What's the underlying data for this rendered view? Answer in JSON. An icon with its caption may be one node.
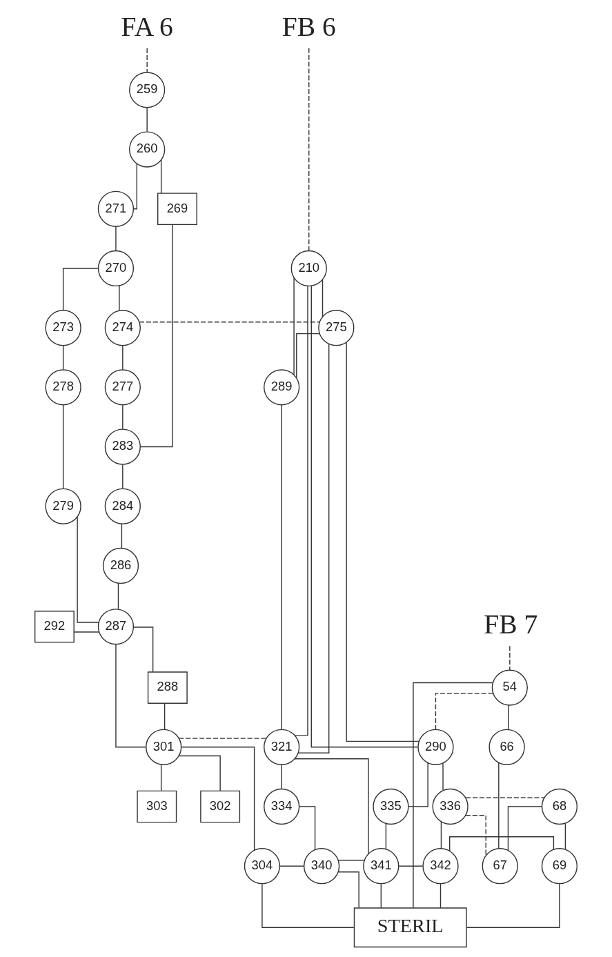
{
  "diagram": {
    "nodes": [
      {
        "text": [
          "FA 6"
        ]
      },
      {
        "text": [
          "259"
        ]
      },
      {
        "text": [
          "260"
        ]
      },
      {
        "text": [
          "271"
        ]
      },
      {
        "text": [
          "269"
        ]
      },
      {
        "text": [
          "270"
        ]
      },
      {
        "text": [
          "273"
        ]
      },
      {
        "text": [
          "274"
        ]
      },
      {
        "text": [
          "277"
        ]
      },
      {
        "text": [
          "278"
        ]
      },
      {
        "text": [
          "279"
        ]
      },
      {
        "text": [
          "283"
        ]
      },
      {
        "text": [
          "284"
        ]
      },
      {
        "text": [
          "286"
        ]
      },
      {
        "text": [
          "292"
        ]
      },
      {
        "text": [
          "287"
        ]
      },
      {
        "text": [
          "288"
        ]
      },
      {
        "text": [
          "301"
        ]
      },
      {
        "text": [
          "302"
        ]
      },
      {
        "text": [
          "303"
        ]
      },
      {
        "text": [
          "304"
        ]
      },
      {
        "text": [
          "FB 6"
        ]
      },
      {
        "text": [
          "210"
        ]
      },
      {
        "text": [
          "275"
        ]
      },
      {
        "text": [
          "289"
        ]
      },
      {
        "text": [
          "290"
        ]
      },
      {
        "text": [
          "321"
        ]
      },
      {
        "text": [
          "334"
        ]
      },
      {
        "text": [
          "335"
        ]
      },
      {
        "text": [
          "336"
        ]
      },
      {
        "text": [
          "340"
        ]
      },
      {
        "text": [
          "341"
        ]
      },
      {
        "text": [
          "342"
        ]
      },
      {
        "text": [
          "FB 7"
        ]
      },
      {
        "text": [
          "54"
        ]
      },
      {
        "text": [
          "66"
        ]
      },
      {
        "text": [
          "67"
        ]
      },
      {
        "text": [
          "68"
        ]
      },
      {
        "text": [
          "69"
        ]
      },
      {
        "text": [
          "STERIL"
        ]
      }
    ],
    "edges": [
      {
        "from": 0,
        "to": 1,
        "arrow": "none",
        "style": "dashed"
      },
      {
        "from": 1,
        "to": 2,
        "arrow": "none"
      },
      {
        "from": 2,
        "to": 3,
        "arrow": "none"
      },
      {
        "from": 2,
        "to": 4,
        "arrow": "none"
      },
      {
        "from": 3,
        "to": 5,
        "arrow": "none"
      },
      {
        "from": 5,
        "to": 6,
        "arrow": "none"
      },
      {
        "from": 5,
        "to": 7,
        "arrow": "none"
      },
      {
        "from": 7,
        "to": 8,
        "arrow": "none"
      },
      {
        "from": 8,
        "to": 11,
        "arrow": "none"
      },
      {
        "from": 4,
        "to": 11,
        "arrow": "none"
      },
      {
        "from": 6,
        "to": 9,
        "arrow": "none"
      },
      {
        "from": 9,
        "to": 10,
        "arrow": "none"
      },
      {
        "from": 11,
        "to": 12,
        "arrow": "none"
      },
      {
        "from": 12,
        "to": 13,
        "arrow": "none"
      },
      {
        "from": 10,
        "to": 15,
        "arrow": "none"
      },
      {
        "from": 13,
        "to": 15,
        "arrow": "none"
      },
      {
        "from": 14,
        "to": 15,
        "arrow": "none"
      },
      {
        "from": 15,
        "to": 16,
        "arrow": "none"
      },
      {
        "from": 15,
        "to": 17,
        "arrow": "none"
      },
      {
        "from": 16,
        "to": 17,
        "arrow": "none"
      },
      {
        "from": 17,
        "to": 18,
        "arrow": "none"
      },
      {
        "from": 17,
        "to": 19,
        "arrow": "none"
      },
      {
        "from": 17,
        "to": 20,
        "arrow": "none"
      },
      {
        "from": 7,
        "to": 23,
        "arrow": "none",
        "style": "dashed"
      },
      {
        "from": 21,
        "to": 22,
        "arrow": "none",
        "style": "dashed"
      },
      {
        "from": 22,
        "to": 23,
        "arrow": "none"
      },
      {
        "from": 22,
        "to": 24,
        "arrow": "none"
      },
      {
        "from": 22,
        "to": 25,
        "arrow": "none"
      },
      {
        "from": 22,
        "to": 26,
        "arrow": "none"
      },
      {
        "from": 23,
        "to": 24,
        "arrow": "none"
      },
      {
        "from": 23,
        "to": 25,
        "arrow": "none"
      },
      {
        "from": 23,
        "to": 26,
        "arrow": "none"
      },
      {
        "from": 24,
        "to": 26,
        "arrow": "none"
      },
      {
        "from": 17,
        "to": 26,
        "arrow": "none",
        "style": "dashed"
      },
      {
        "from": 25,
        "to": 28,
        "arrow": "none"
      },
      {
        "from": 25,
        "to": 29,
        "arrow": "none"
      },
      {
        "from": 34,
        "to": 25,
        "arrow": "none",
        "style": "dashed"
      },
      {
        "from": 26,
        "to": 27,
        "arrow": "none"
      },
      {
        "from": 26,
        "to": 31,
        "arrow": "none"
      },
      {
        "from": 28,
        "to": 31,
        "arrow": "none"
      },
      {
        "from": 27,
        "to": 30,
        "arrow": "none"
      },
      {
        "from": 29,
        "to": 32,
        "arrow": "none"
      },
      {
        "from": 20,
        "to": 30,
        "arrow": "none"
      },
      {
        "from": 30,
        "to": 31,
        "arrow": "none"
      },
      {
        "from": 31,
        "to": 32,
        "arrow": "none"
      },
      {
        "from": 32,
        "to": 38,
        "arrow": "none"
      },
      {
        "from": 33,
        "to": 34,
        "arrow": "none",
        "style": "dashed"
      },
      {
        "from": 34,
        "to": 35,
        "arrow": "none"
      },
      {
        "from": 35,
        "to": 36,
        "arrow": "none"
      },
      {
        "from": 36,
        "to": 37,
        "arrow": "none"
      },
      {
        "from": 37,
        "to": 38,
        "arrow": "none"
      },
      {
        "from": 29,
        "to": 36,
        "arrow": "none",
        "style": "dashed"
      },
      {
        "from": 29,
        "to": 37,
        "arrow": "none",
        "style": "dashed"
      },
      {
        "from": 20,
        "to": 39,
        "arrow": "none"
      },
      {
        "from": 30,
        "to": 39,
        "arrow": "none"
      },
      {
        "from": 31,
        "to": 39,
        "arrow": "none"
      },
      {
        "from": 32,
        "to": 39,
        "arrow": "none"
      },
      {
        "from": 34,
        "to": 39,
        "arrow": "none"
      },
      {
        "from": 38,
        "to": 39,
        "arrow": "none"
      }
    ]
  }
}
